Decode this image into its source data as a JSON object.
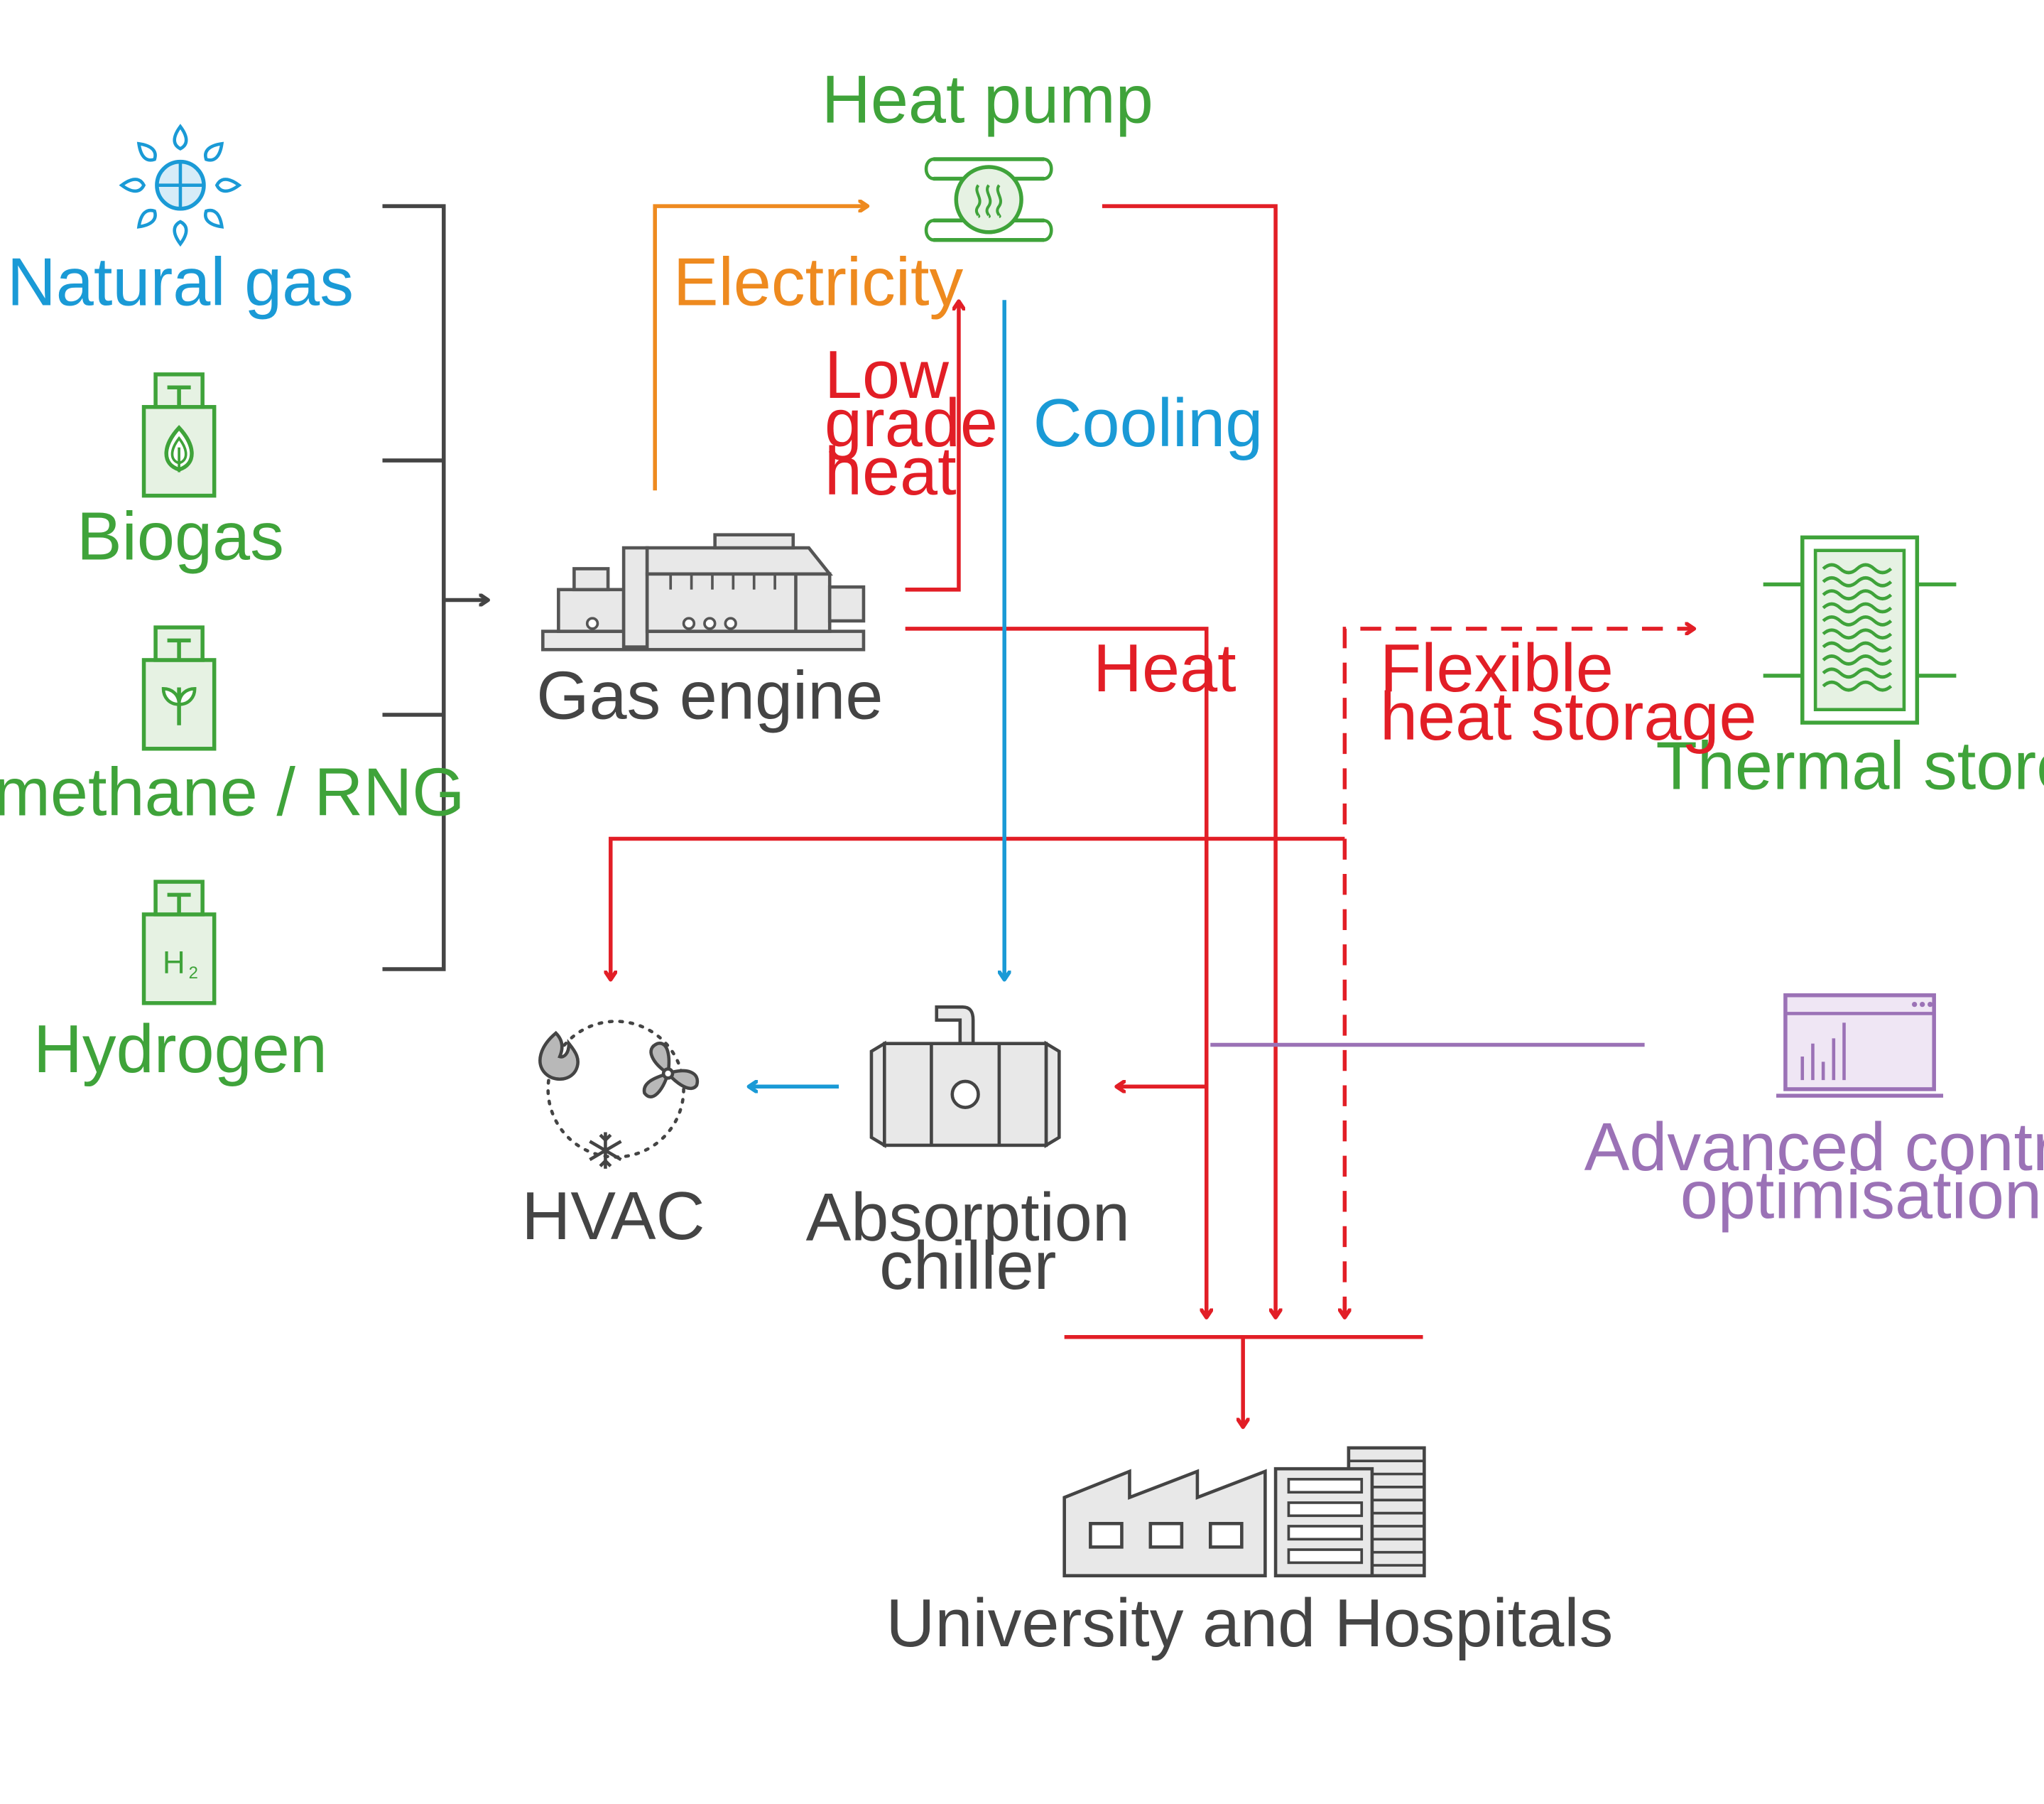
{
  "colors": {
    "blue": "#1a9ad6",
    "green": "#3fa33a",
    "orange": "#ee8a1f",
    "red": "#e21e26",
    "purple": "#9b72b6",
    "dark": "#444444",
    "grey": "#a0a0a0",
    "icon_fill": "#e8e8e8",
    "green_fill": "#e6f2e3",
    "purple_fill": "#efe6f4"
  },
  "fuels": {
    "natural_gas": "Natural gas",
    "biogas": "Biogas",
    "biomethane": "Biomethane / RNG",
    "hydrogen": "Hydrogen",
    "hydrogen_symbol": "H",
    "hydrogen_subscript": "2"
  },
  "equipment": {
    "heat_pump": "Heat pump",
    "gas_engine": "Gas engine",
    "thermal_store": "Thermal store",
    "hvac": "HVAC",
    "absorption_chiller": [
      "Absorption",
      "chiller"
    ],
    "advanced_control": [
      "Advanced control /",
      "optimisation"
    ],
    "consumers": "University and Hospitals"
  },
  "flows": {
    "electricity": "Electricity",
    "low_grade_heat": [
      "Low",
      "grade",
      "heat"
    ],
    "cooling": "Cooling",
    "heat": "Heat",
    "flexible_heat_storage": [
      "Flexible",
      "heat storage"
    ]
  },
  "icons": {
    "natural_gas": "natural-gas-flame-icon",
    "biogas": "biogas-cylinder-icon",
    "biomethane": "biomethane-cylinder-icon",
    "hydrogen": "hydrogen-cylinder-icon",
    "heat_pump": "heat-pump-icon",
    "gas_engine": "gas-engine-icon",
    "thermal_store": "thermal-store-icon",
    "hvac": "hvac-icon",
    "absorption_chiller": "absorption-chiller-icon",
    "advanced_control": "control-dashboard-icon",
    "consumers": "factory-buildings-icon"
  }
}
